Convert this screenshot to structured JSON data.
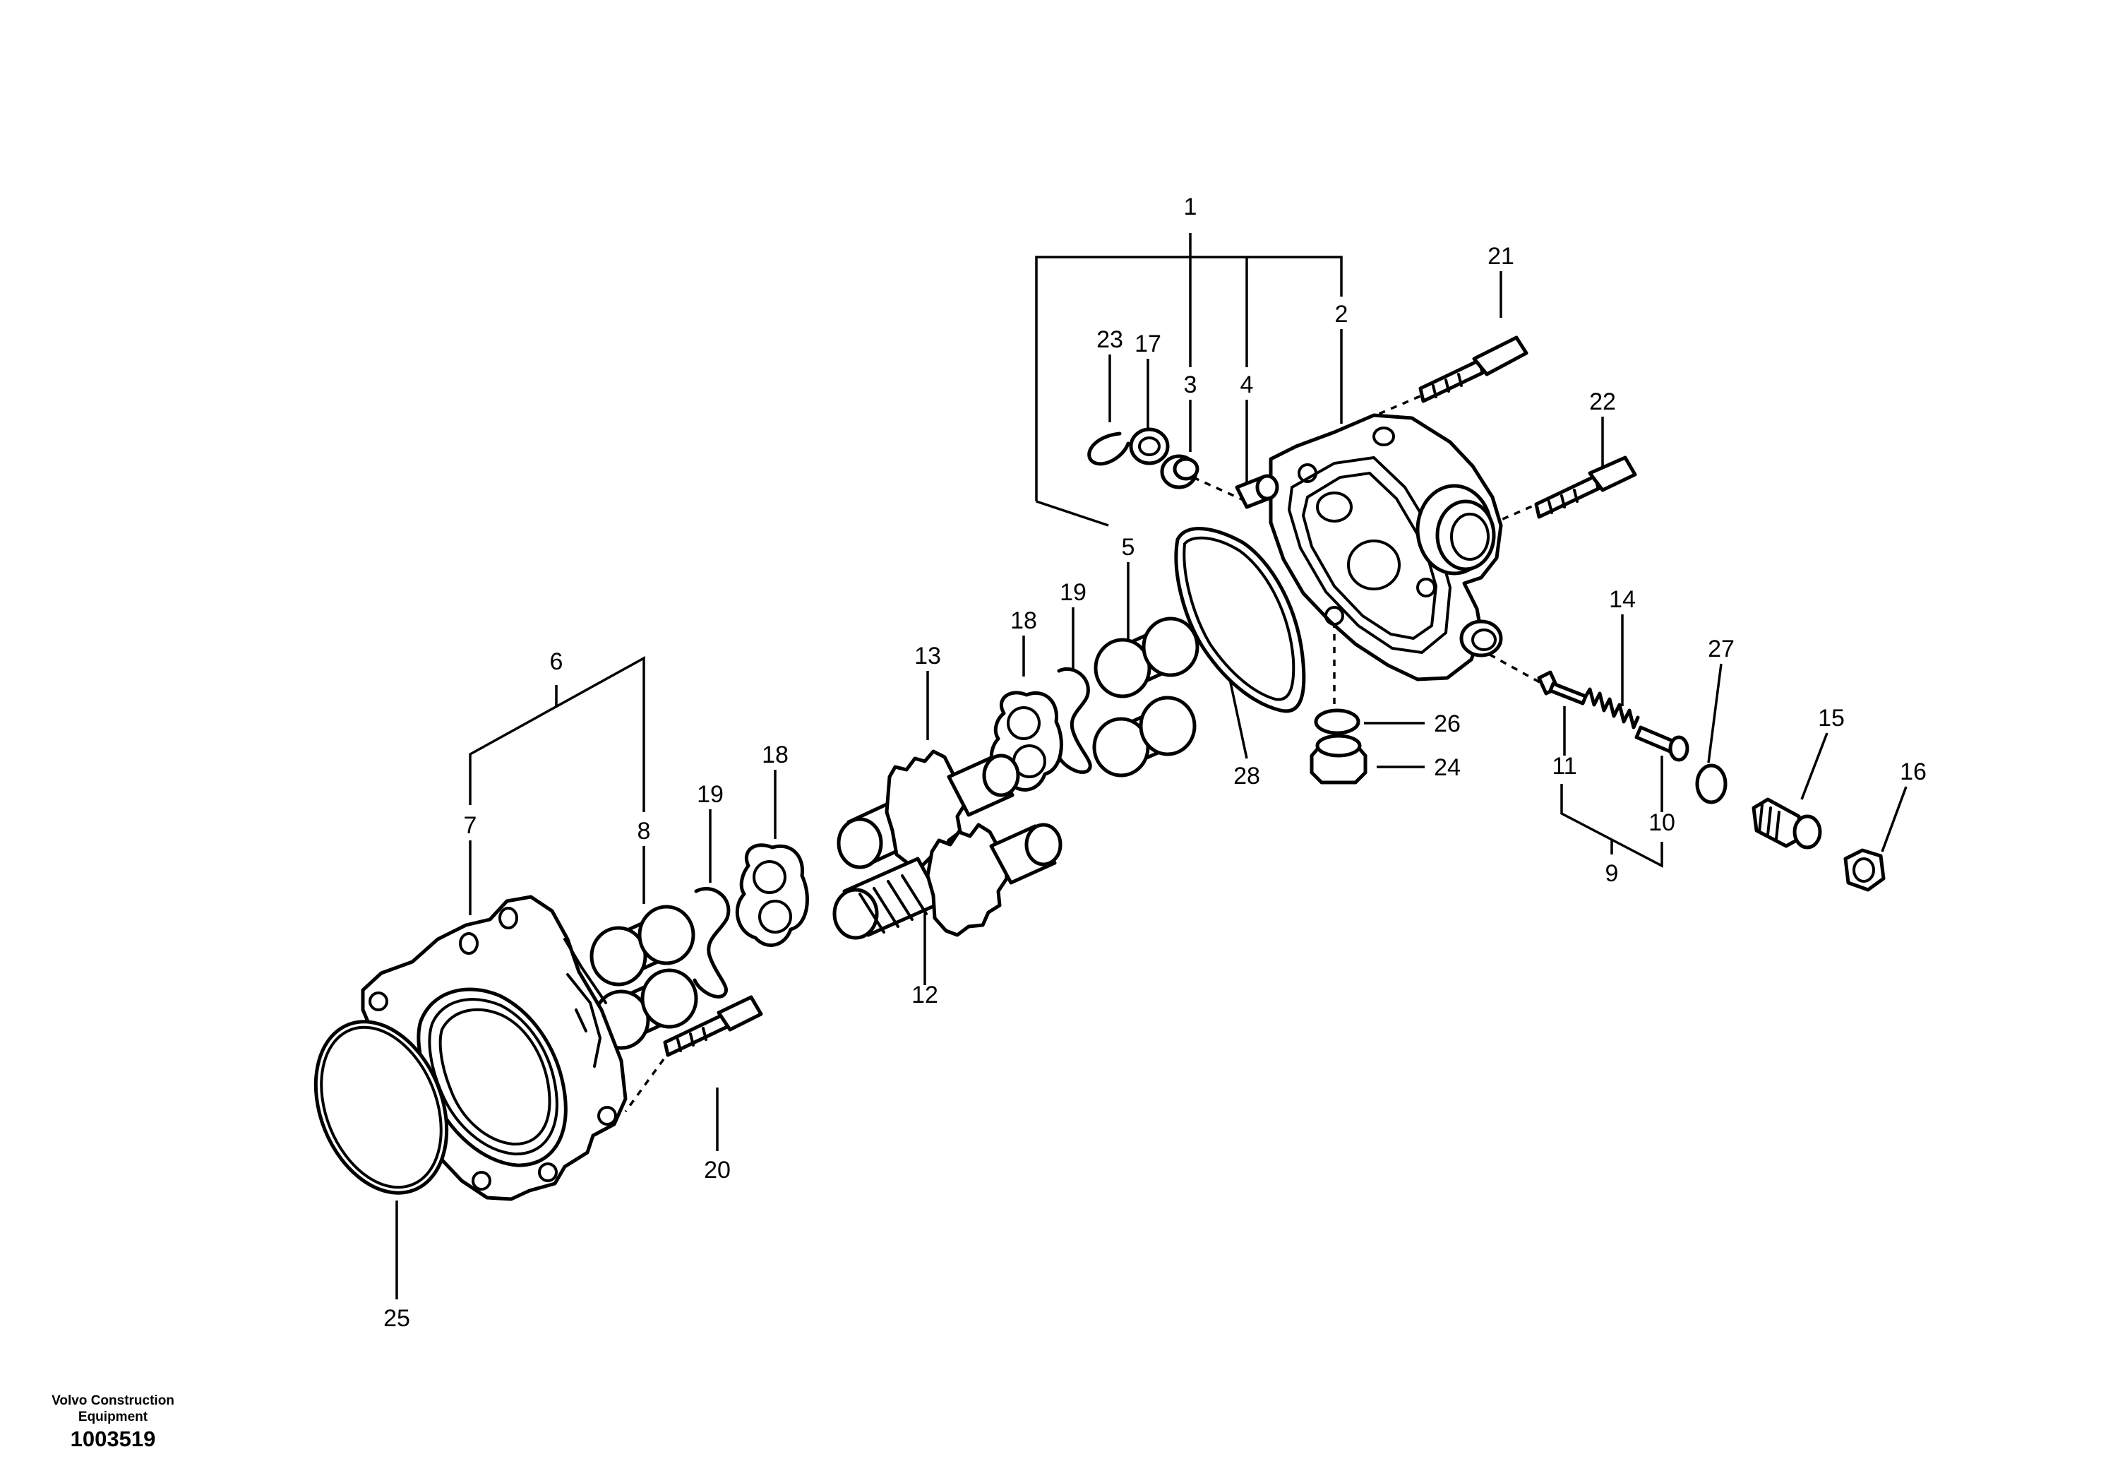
{
  "footer": {
    "brand": "Volvo Construction Equipment",
    "document_number": "1003519"
  },
  "callouts": [
    "1",
    "2",
    "3",
    "4",
    "5",
    "6",
    "7",
    "8",
    "9",
    "10",
    "11",
    "12",
    "13",
    "14",
    "15",
    "16",
    "17",
    "18",
    "18",
    "19",
    "19",
    "20",
    "21",
    "22",
    "23",
    "24",
    "25",
    "26",
    "27",
    "28"
  ],
  "colors": {
    "line": "#000000",
    "background": "#ffffff"
  }
}
